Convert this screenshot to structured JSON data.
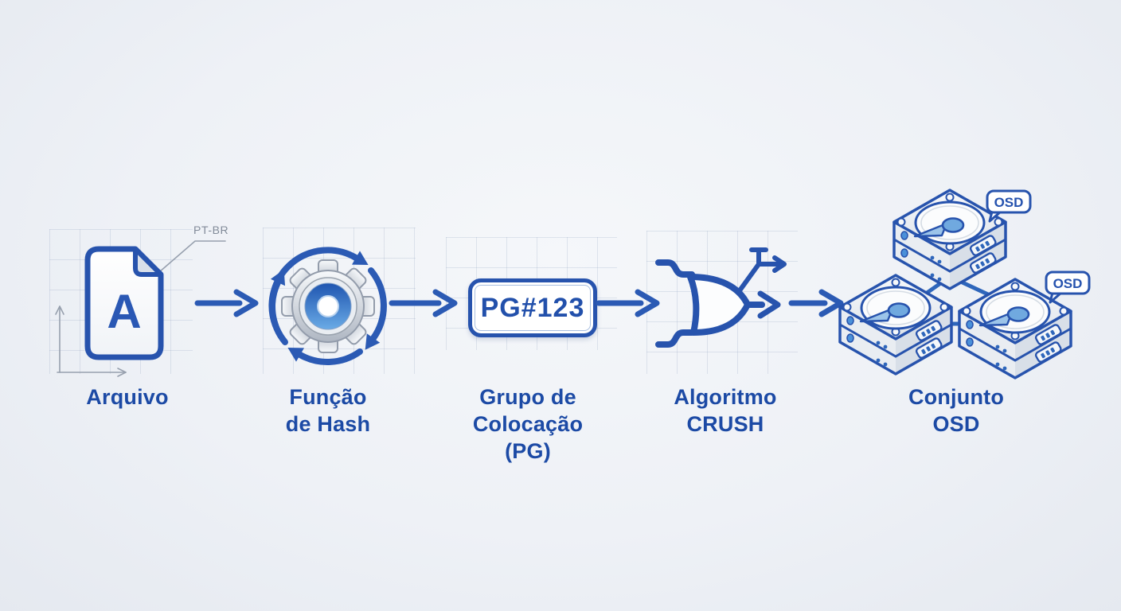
{
  "background_color": "#eef1f6",
  "accent_blue": "#2753ad",
  "text_blue": "#1c4aa5",
  "light_blue": "#70a9df",
  "annotation": {
    "locale_tag": "PT-BR"
  },
  "nodes": {
    "file": {
      "letter": "A",
      "label1": "Arquivo"
    },
    "hash": {
      "label1": "Função",
      "label2": "de Hash"
    },
    "pg": {
      "value": "PG#123",
      "label1": "Grupo de",
      "label2": "Colocação",
      "label3": "(PG)"
    },
    "crush": {
      "label1": "Algoritmo",
      "label2": "CRUSH"
    },
    "osd": {
      "badge1": "OSD",
      "badge2": "OSD",
      "label1": "Conjunto",
      "label2": "OSD"
    }
  }
}
